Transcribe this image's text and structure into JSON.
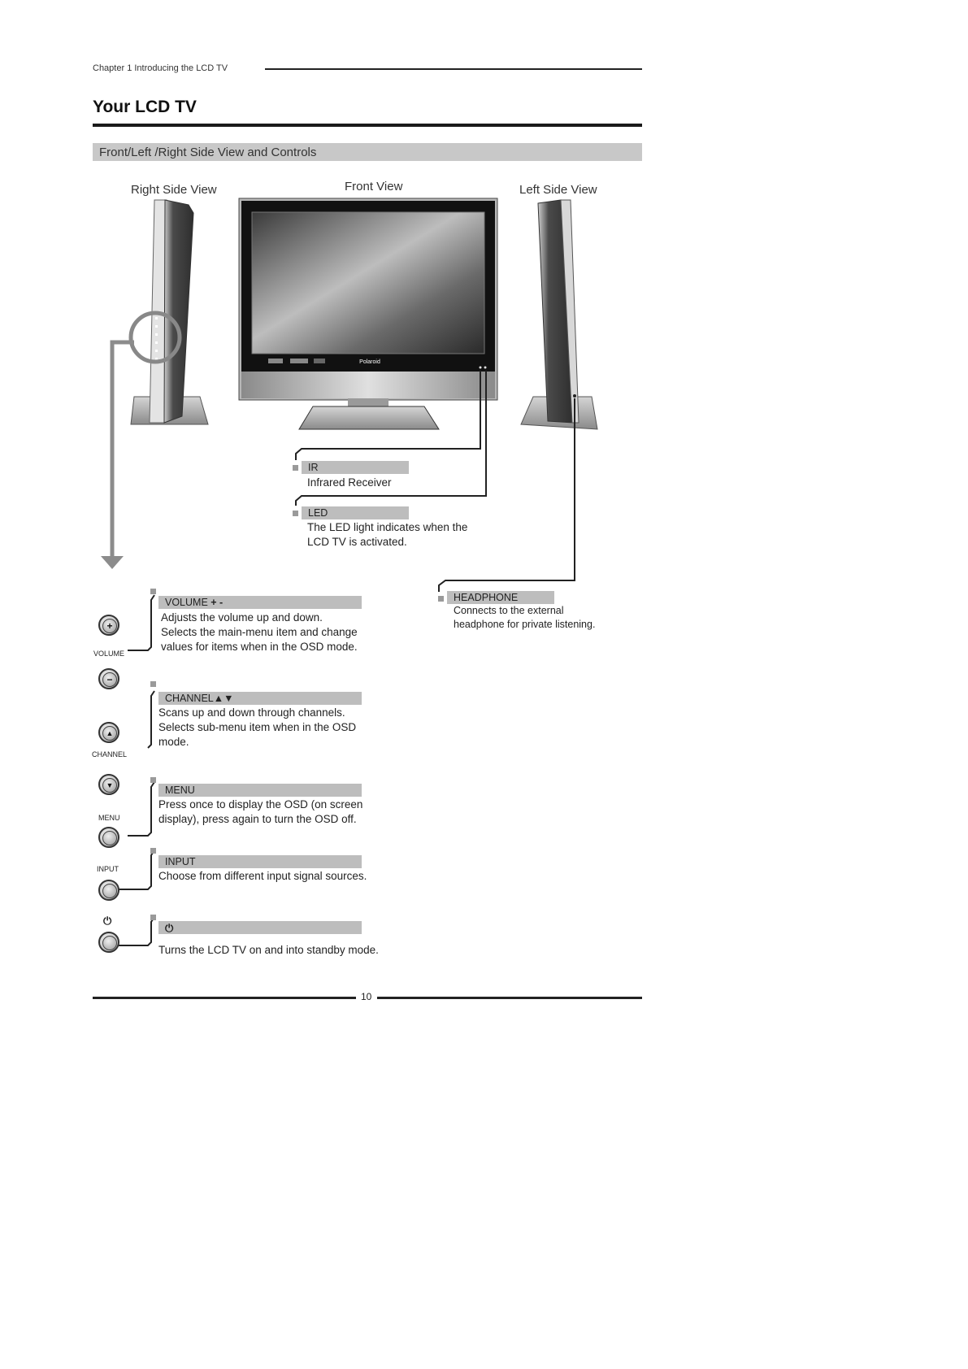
{
  "header": {
    "chapter": "Chapter 1  Introducing the LCD TV"
  },
  "title": "Your LCD TV",
  "section": "Front/Left /Right Side View and Controls",
  "views": {
    "right": "Right Side View",
    "front": "Front View",
    "left": "Left Side View"
  },
  "tv_brand": "Polaroid",
  "callouts": {
    "ir": {
      "label": "IR",
      "desc": "Infrared Receiver"
    },
    "led": {
      "label": "LED",
      "desc_1": "The LED light indicates when the",
      "desc_2": "LCD TV is activated."
    },
    "headphone": {
      "label": "HEADPHONE",
      "desc_1": "Connects to the external",
      "desc_2": "headphone for private listening."
    }
  },
  "controls": {
    "volume": {
      "label": "VOLUME",
      "symbols": "+ -",
      "desc_1": "Adjusts the volume up and down.",
      "desc_2": "Selects the main-menu item and change",
      "desc_3": "values for items when in the OSD mode.",
      "button_label": "VOLUME"
    },
    "channel": {
      "label": "CHANNEL▲▼",
      "desc_1": "Scans up and down through channels.",
      "desc_2": "Selects sub-menu item when in the OSD",
      "desc_3": "mode.",
      "button_label": "CHANNEL"
    },
    "menu": {
      "label": "MENU",
      "desc_1": "Press once to display the OSD (on screen",
      "desc_2": "display), press again to turn the OSD off.",
      "button_label": "MENU"
    },
    "input": {
      "label": "INPUT",
      "desc_1": "Choose from different input signal sources.",
      "button_label": "INPUT"
    },
    "power": {
      "label": "⏻",
      "desc_1": "Turns the LCD TV on and into standby mode.",
      "button_label": "⏻"
    }
  },
  "page_number": "10"
}
